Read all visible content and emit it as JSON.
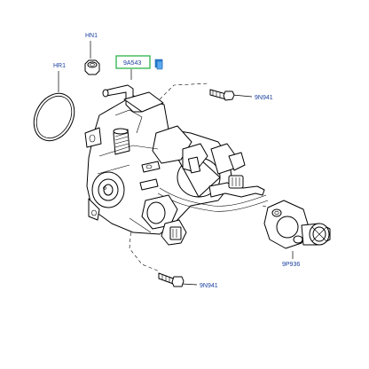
{
  "diagram": {
    "callouts": {
      "hn1": "HN1",
      "hr1": "HR1",
      "main": "9A543",
      "bolt_top": "9N941",
      "bolt_bottom": "9N941",
      "sensor": "9P936"
    },
    "colors": {
      "callout_text": "#1a3f9e",
      "highlight_box": "#2db34a",
      "info_icon": "#2a7fd4",
      "line": "#000000"
    },
    "icons": {
      "info": "info-tag-icon"
    }
  }
}
